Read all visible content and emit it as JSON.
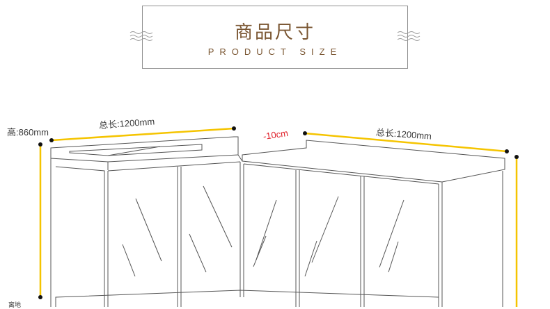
{
  "header": {
    "title_cn": "商品尺寸",
    "title_en": "PRODUCT SIZE"
  },
  "dimensions": {
    "left_length": "总长:1200mm",
    "right_length": "总长:1200mm",
    "height": "高:860mm",
    "gap": "-10cm",
    "ground_clearance": "离地"
  },
  "colors": {
    "title": "#7a5632",
    "dimension_line": "#f5c400",
    "gap_label": "#e0202a",
    "outline": "#555555"
  },
  "icons": [
    "wave-icon-left",
    "wave-icon-right"
  ]
}
